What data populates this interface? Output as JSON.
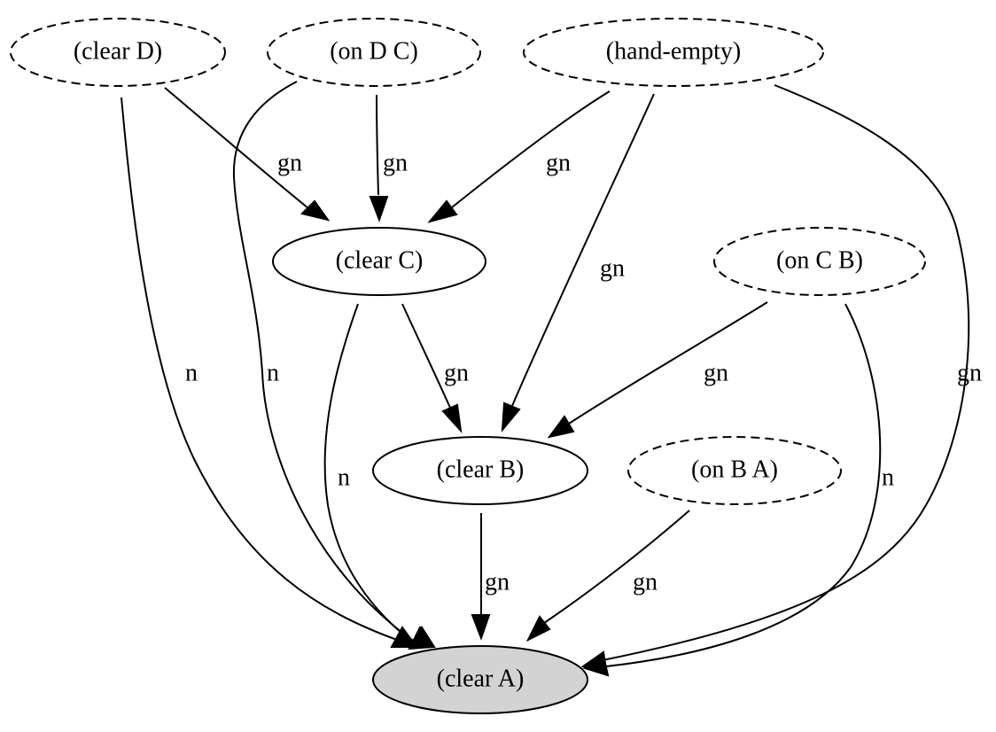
{
  "nodes": [
    {
      "id": "clear-d",
      "label": "(clear D)",
      "style": "dashed",
      "fill": "#ffffff"
    },
    {
      "id": "on-d-c",
      "label": "(on D C)",
      "style": "dashed",
      "fill": "#ffffff"
    },
    {
      "id": "hand-empty",
      "label": "(hand-empty)",
      "style": "dashed",
      "fill": "#ffffff"
    },
    {
      "id": "clear-c",
      "label": "(clear C)",
      "style": "solid",
      "fill": "#ffffff"
    },
    {
      "id": "on-c-b",
      "label": "(on C B)",
      "style": "dashed",
      "fill": "#ffffff"
    },
    {
      "id": "clear-b",
      "label": "(clear B)",
      "style": "solid",
      "fill": "#ffffff"
    },
    {
      "id": "on-b-a",
      "label": "(on B A)",
      "style": "dashed",
      "fill": "#ffffff"
    },
    {
      "id": "clear-a",
      "label": "(clear A)",
      "style": "solid",
      "fill": "#d3d3d3"
    }
  ],
  "edges": [
    {
      "from": "clear-d",
      "to": "clear-c",
      "label": "gn"
    },
    {
      "from": "clear-d",
      "to": "clear-a",
      "label": "n"
    },
    {
      "from": "on-d-c",
      "to": "clear-c",
      "label": "gn"
    },
    {
      "from": "on-d-c",
      "to": "clear-a",
      "label": "n"
    },
    {
      "from": "hand-empty",
      "to": "clear-c",
      "label": "gn"
    },
    {
      "from": "hand-empty",
      "to": "clear-b",
      "label": "gn"
    },
    {
      "from": "hand-empty",
      "to": "clear-a",
      "label": "gn"
    },
    {
      "from": "clear-c",
      "to": "clear-b",
      "label": "gn"
    },
    {
      "from": "clear-c",
      "to": "clear-a",
      "label": "n"
    },
    {
      "from": "on-c-b",
      "to": "clear-b",
      "label": "gn"
    },
    {
      "from": "on-c-b",
      "to": "clear-a",
      "label": "n"
    },
    {
      "from": "clear-b",
      "to": "clear-a",
      "label": "gn"
    },
    {
      "from": "on-b-a",
      "to": "clear-a",
      "label": "gn"
    }
  ]
}
